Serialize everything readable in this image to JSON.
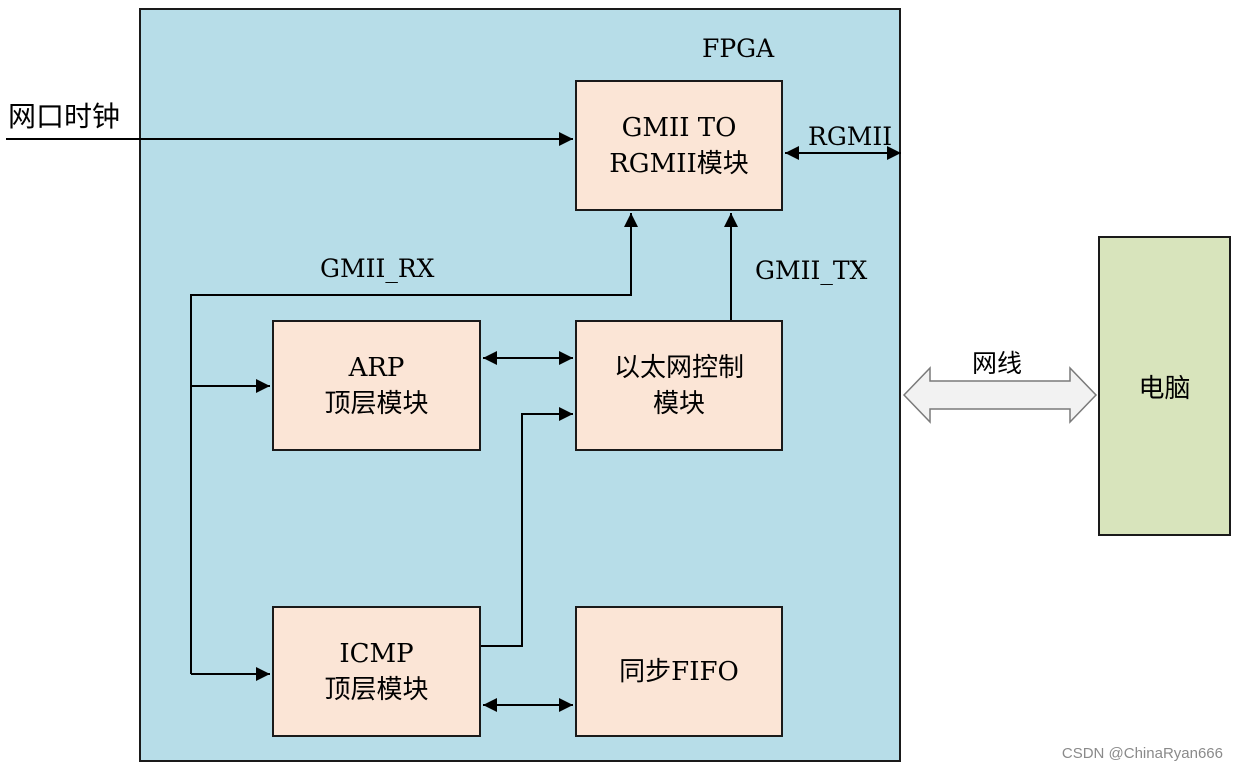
{
  "fpga": {
    "title": "FPGA"
  },
  "clock_input": {
    "label": "网口时钟"
  },
  "blocks": {
    "gmii_to_rgmii": {
      "line1": "GMII TO",
      "line2": "RGMII模块"
    },
    "arp": {
      "line1": "ARP",
      "line2": "顶层模块"
    },
    "eth_ctrl": {
      "line1": "以太网控制",
      "line2": "模块"
    },
    "icmp": {
      "line1": "ICMP",
      "line2": "顶层模块"
    },
    "sync_fifo": {
      "line1": "同步FIFO"
    }
  },
  "signals": {
    "rgmii": "RGMII",
    "gmii_rx": "GMII_RX",
    "gmii_tx": "GMII_TX",
    "cable": "网线"
  },
  "pc": {
    "label": "电脑"
  },
  "watermark": "CSDN @ChinaRyan666",
  "colors": {
    "fpga_fill": "#b7dde8",
    "module_fill": "#fbe5d6",
    "pc_fill": "#d8e4bc",
    "cable_fill": "#f2f2f2"
  }
}
